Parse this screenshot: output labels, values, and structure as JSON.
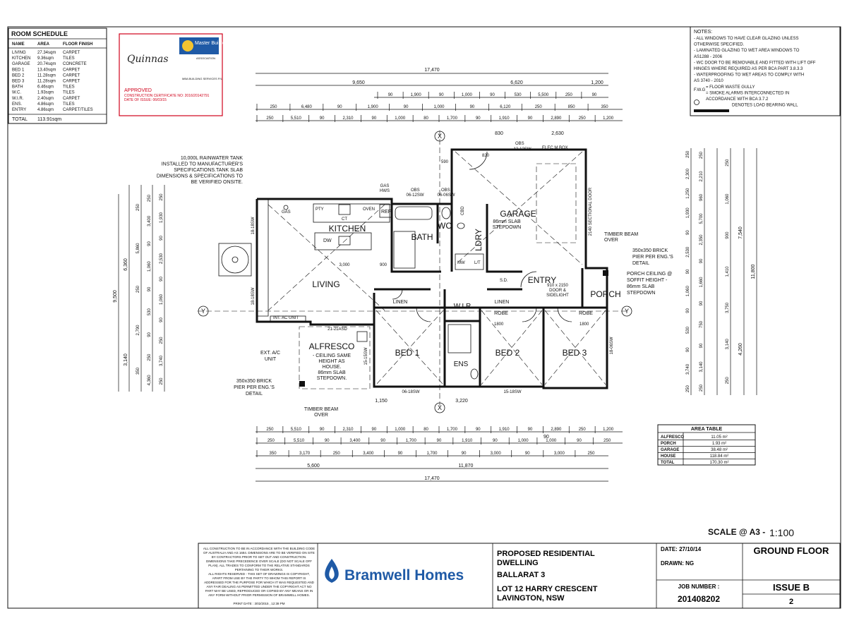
{
  "room_schedule": {
    "title": "ROOM SCHEDULE",
    "headers": [
      "NAME",
      "AREA",
      "FLOOR FINISH"
    ],
    "rows": [
      [
        "LIVING",
        "27.34sqm",
        "CARPET"
      ],
      [
        "KITCHEN",
        "9.36sqm",
        "TILES"
      ],
      [
        "GARAGE",
        "20.74sqm",
        "CONCRETE"
      ],
      [
        "BED 1",
        "13.40sqm",
        "CARPET"
      ],
      [
        "BED 2",
        "11.28sqm",
        "CARPET"
      ],
      [
        "BED 3",
        "11.28sqm",
        "CARPET"
      ],
      [
        "BATH",
        "6.46sqm",
        "TILES"
      ],
      [
        "W.C.",
        "1.93sqm",
        "TILES"
      ],
      [
        "W.I.R.",
        "2.40sqm",
        "CARPET"
      ],
      [
        "ENS.",
        "4.86sqm",
        "TILES"
      ],
      [
        "ENTRY",
        "4.86sqm",
        "CARPET/TILES"
      ]
    ],
    "total_label": "TOTAL",
    "total_value": "113.91sqm"
  },
  "approval": {
    "signature": "Quinnas",
    "association": "Master Builders",
    "association_sub": "ASSOCIATION",
    "service": "MBA BUILDING SERVICES P/L",
    "status": "APPROVED",
    "certificate": "CONSTRUCTION CERTIFICATE NO: 2016/20142791",
    "issue_date": "DATE OF ISSUE: 06/03/15"
  },
  "notes": {
    "title": "NOTES:",
    "lines": [
      "- ALL WINDOWS TO HAVE CLEAR GLAZING UNLESS",
      "OTHERWISE SPECIFIED.",
      "- LAMINATED GLAZING TO WET AREA WINDOWS TO",
      "AS1288 - 2006",
      "- WC DOOR TO BE REMOVABLE AND FITTED WITH LIFT OFF",
      "HINGES WHERE REQUIRED AS PER BCA PART 3.8.3.3",
      "- WATERPROOFING TO WET AREAS TO COMPLY WITH",
      "AS 3740 - 2010",
      "= FLOOR WASTE GULLY",
      "= SMOKE ALARMS INTERCONNECTED IN",
      "ACCORDANCE WITH BCA 3.7.2",
      "DENOTES LOAD BEARING WALL"
    ]
  },
  "dims": {
    "overall": "17,470",
    "top_a": [
      "9,650",
      "6,620",
      "1,200"
    ],
    "top_b": [
      "90",
      "1,900",
      "90",
      "1,000",
      "90",
      "530",
      "5,500",
      "250",
      "90"
    ],
    "top_c": [
      "250",
      "6,480",
      "90",
      "1,900",
      "90",
      "1,000",
      "90",
      "6,120",
      "250",
      "850",
      "350"
    ],
    "top_d": [
      "250",
      "5,510",
      "90",
      "2,310",
      "90",
      "1,000",
      "80",
      "1,700",
      "90",
      "1,910",
      "90",
      "2,890",
      "250",
      "1,200"
    ],
    "bot_a": [
      "250",
      "5,510",
      "90",
      "2,310",
      "90",
      "1,000",
      "80",
      "1,700",
      "90",
      "1,910",
      "90",
      "2,890",
      "250",
      "1,200"
    ],
    "bot_b": [
      "250",
      "5,510",
      "90",
      "3,400",
      "90",
      "1,700",
      "90",
      "1,910",
      "90",
      "1,000",
      "1,000",
      "90",
      "250"
    ],
    "bot_b_extra": "90",
    "bot_c": [
      "350",
      "3,170",
      "250",
      "3,400",
      "90",
      "1,700",
      "90",
      "3,000",
      "90",
      "3,000",
      "250"
    ],
    "bot_d": [
      "5,600",
      "11,870"
    ],
    "left_overall": "9,500",
    "left_a": [
      "6,360",
      "3,140"
    ],
    "left_b": [
      "250",
      "5,860",
      "250",
      "2,790",
      "350"
    ],
    "left_c": [
      "250",
      "3,400",
      "90",
      "1,060",
      "90",
      "530",
      "90",
      "250",
      "4,360"
    ],
    "left_d": [
      "250",
      "1,930",
      "90",
      "2,530",
      "90",
      "1,060",
      "90",
      "250",
      "3,740",
      "250"
    ],
    "right_overall": "11,800",
    "right_a": [
      "7,540",
      "4,260"
    ],
    "right_b": [
      "250",
      "2,300",
      "1,250",
      "1,930",
      "90",
      "2,530",
      "90",
      "1,060",
      "90",
      "530",
      "90",
      "3,740",
      "250"
    ],
    "right_c": [
      "250",
      "2,210",
      "960",
      "5,700",
      "2,350",
      "90",
      "1,660",
      "90",
      "750",
      "90",
      "3,140",
      "250"
    ],
    "right_d": [
      "250",
      "1,060",
      "900",
      "1,410",
      "3,750",
      "3,140",
      "250"
    ],
    "small": [
      "830",
      "2,630",
      "1,150",
      "3,220",
      "820",
      "590",
      "3,000",
      "900",
      "12-12SW",
      "06-12SW",
      "06-06SW",
      "06-18SW",
      "15-18SW",
      "18-18SW",
      "15-15SW",
      "18-06SW",
      "21-21ASD"
    ]
  },
  "labels": {
    "tank_note": [
      "10,000L RAINWATER TANK",
      "INSTALLED TO MANUFACTURER'S",
      "SPECIFICATIONS.TANK SLAB",
      "DIMENSIONS & SPECIFICATIONS TO",
      "BE VERIFIED ONSITE."
    ],
    "gas_hws": [
      "GAS",
      "HWS"
    ],
    "obs": "OBS",
    "elec_box": "ELEC M BOX",
    "sectional_door": "2140 SECTIONAL DOOR",
    "timber_beam": [
      "TIMBER BEAM",
      "OVER"
    ],
    "brick_pier": [
      "350x350 BRICK",
      "PIER PER ENG.'S",
      "DETAIL"
    ],
    "porch_ceiling": [
      "PORCH CEILING @",
      "SOFFIT HEIGHT -",
      "86mm SLAB",
      "STEPDOWN"
    ],
    "garage_note": [
      "86mm SLAB",
      "STEPDOWN"
    ],
    "alfresco_note": [
      "- CEILING SAME",
      "HEIGHT AS",
      "HOUSE.",
      "86mm SLAB",
      "STEPDOWN."
    ],
    "ext_ac": [
      "EXT. A/C",
      "UNIT"
    ],
    "int_ac": "INT. AC UNIT",
    "door_entry": [
      "910 x 2150",
      "DOOR &",
      "SIDELIGHT"
    ],
    "fixtures": [
      "PTY",
      "CT",
      "OVEN",
      "REF",
      "DW",
      "GAS",
      "CBD",
      "MW",
      "L/T",
      "S.D.",
      "LINEN",
      "ROBE",
      "1800"
    ],
    "grid_x": "X",
    "grid_y": "Y"
  },
  "rooms": [
    "KITCHEN",
    "BATH",
    "WC",
    "GARAGE",
    "LDRY",
    "LIVING",
    "ENTRY",
    "PORCH",
    "W.I.R",
    "ALFRESCO",
    "BED 1",
    "BED 2",
    "BED 3",
    "ENS",
    "LINEN",
    "LINEN",
    "ROBE",
    "ROBE"
  ],
  "area_table": {
    "title": "AREA TABLE",
    "rows": [
      [
        "ALFRESCO",
        "11.05 m²"
      ],
      [
        "PORCH",
        "1.93 m²"
      ],
      [
        "GARAGE",
        "38.48 m²"
      ],
      [
        "HOUSE",
        "118.84 m²"
      ],
      [
        "TOTAL",
        "170.30 m²"
      ]
    ]
  },
  "scale": {
    "label": "SCALE @ A3 -",
    "value": "1:100"
  },
  "disclaimer": [
    "ALL CONSTRUCTION TO BE IN ACCORDANCE WITH THE BUILDING CODE",
    "OF AUSTRALIA AND AS 1684. DIMENSIONS ARE TO BE VERIFIED ON SITE",
    "BY CONTRACTORS PRIOR TO SET OUT AND CONSTRUCTION.",
    "DIMENSIONS TAKE PRECEDENCE OVER SCALE (DO NOT SCALE OFF",
    "PLAN). ALL TRADES TO CONFORM TO THE RELATIVE STANDARDS",
    "PERTAINING TO THEIR WORKS.",
    "ALL RIGHTS RESERVED - THIS SET OF DRAWINGS IS COPYRIGHT,",
    "APART FROM USE BY THE PARTY TO WHOM THIS REPORT IS",
    "ADDRESSED FOR THE PURPOSE FOR WHICH IT WAS REQUESTED AND",
    "ANY FAIR DEALING AS PERMITTED UNDER THE COPYRIGHT ACT NO",
    "PART MAY BE USED, REPRODUCED OR COPIED BY ANY MEANS OR IN",
    "ANY FORM WITHOUT PRIOR PERMISSION OF BRAMWELL HOMES."
  ],
  "print_date": "PRINT DATE : 3/02/2015 , 12:38 PM",
  "company": "Bramwell Homes",
  "project": {
    "title_1": "PROPOSED RESIDENTIAL",
    "title_2": "DWELLING",
    "model": "BALLARAT 3",
    "address_1": "LOT 12 HARRY CRESCENT",
    "address_2": "LAVINGTON, NSW"
  },
  "title_block": {
    "date": "DATE: 27/10/14",
    "drawn": "DRAWN: NG",
    "job_label": "JOB NUMBER :",
    "job_number": "201408202",
    "sheet_title": "GROUND FLOOR",
    "issue": "ISSUE B",
    "sheet_no": "2"
  },
  "colors": {
    "line": "#111111",
    "approved_red": "#d0021b",
    "brand_blue": "#1f5aa6",
    "brand_dark": "#1a2b4c"
  }
}
